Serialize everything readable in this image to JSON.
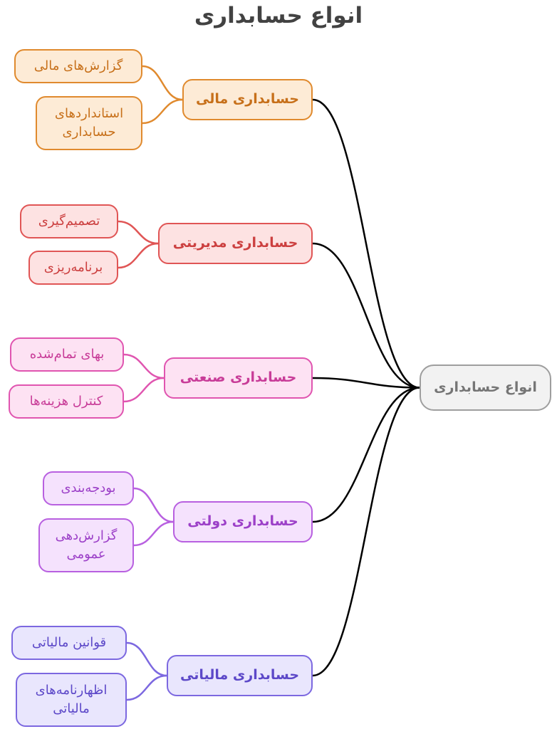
{
  "title": "انواع حسابداری",
  "root": {
    "label": "انواع حسابداری",
    "color": "#9e9e9e",
    "fill": "#f2f2f2",
    "text": "#757575"
  },
  "branches": [
    {
      "label": "حسابداری مالی",
      "color": "#e08a2e",
      "fill": "#fdebd6",
      "text": "#c7701a",
      "leaves": [
        "گزارش‌های مالی",
        "استانداردهای حسابداری"
      ]
    },
    {
      "label": "حسابداری مدیریتی",
      "color": "#e05555",
      "fill": "#fde2e2",
      "text": "#cc4040",
      "leaves": [
        "تصمیم‌گیری",
        "برنامه‌ریزی"
      ]
    },
    {
      "label": "حسابداری صنعتی",
      "color": "#e055b0",
      "fill": "#fde2f3",
      "text": "#c83c98",
      "leaves": [
        "بهای تمام‌شده",
        "کنترل هزینه‌ها"
      ]
    },
    {
      "label": "حسابداری دولتی",
      "color": "#b860e0",
      "fill": "#f5e2fd",
      "text": "#9c40c8",
      "leaves": [
        "بودجه‌بندی",
        "گزارش‌دهی عمومی"
      ]
    },
    {
      "label": "حسابداری مالیاتی",
      "color": "#7c68e0",
      "fill": "#e9e6fd",
      "text": "#5c48c8",
      "leaves": [
        "قوانین مالیاتی",
        "اظهارنامه‌های مالیاتی"
      ]
    }
  ]
}
